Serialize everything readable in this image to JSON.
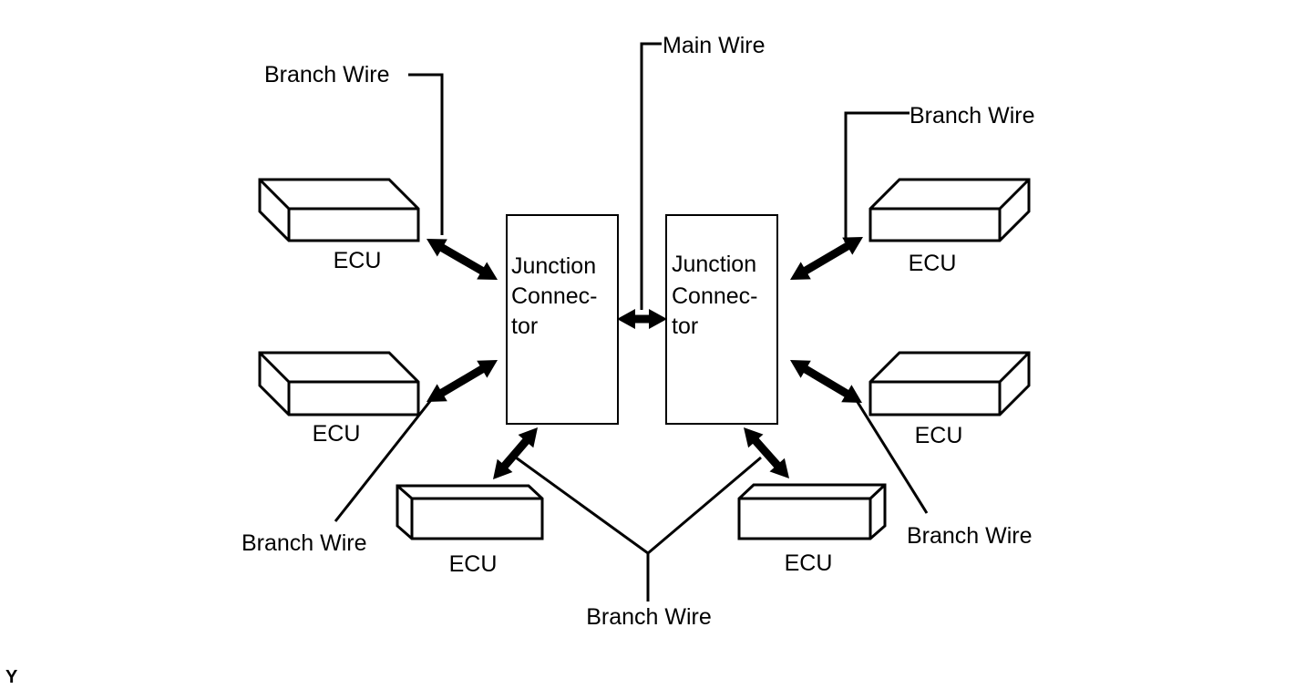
{
  "diagram": {
    "junctions": [
      {
        "lines": [
          "Junction",
          "Connec-",
          "tor"
        ]
      },
      {
        "lines": [
          "Junction",
          "Connec-",
          "tor"
        ]
      }
    ],
    "ecu_label": "ECU",
    "main_wire_label": "Main Wire",
    "branch_wire_label": "Branch Wire",
    "figure_code": "Y"
  }
}
